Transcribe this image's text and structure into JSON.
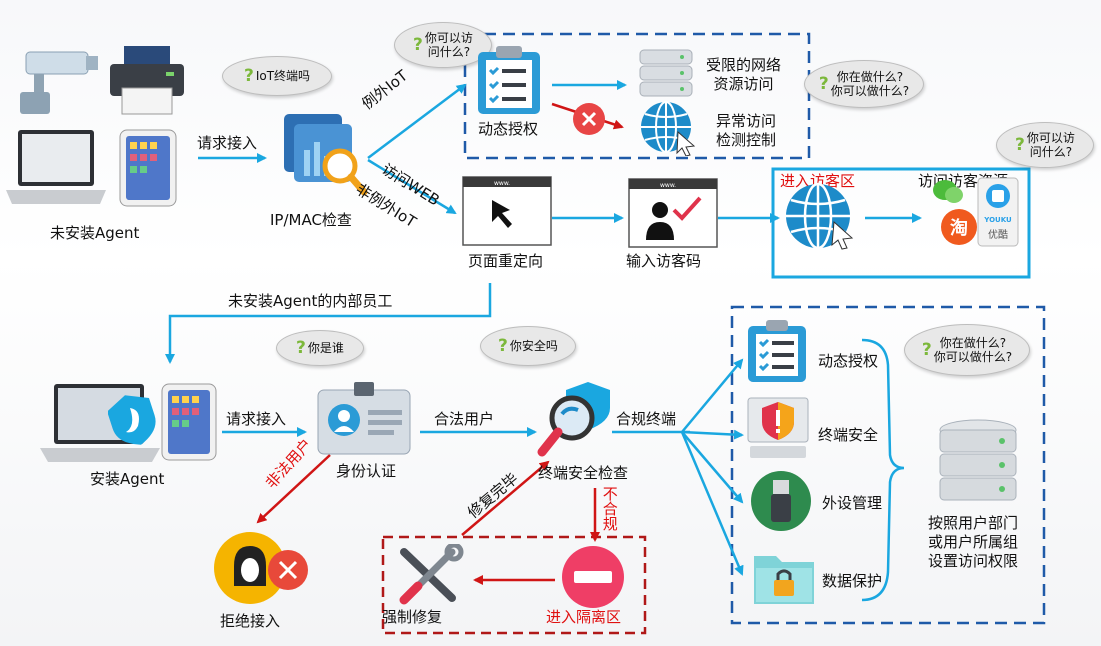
{
  "colors": {
    "arrow": "#1aa7e0",
    "red": "#d01515",
    "blue_box": "#1f5aa8",
    "green_q": "#7cb83b"
  },
  "top": {
    "no_agent_device": "未安装Agent",
    "request_access": "请求接入",
    "ip_mac_check": "IP/MAC检查",
    "bubble_iot": "IoT终端吗",
    "exception_iot": "例外IoT",
    "visit_web": "访问WEB",
    "non_exception_iot": "非例外IoT",
    "bubble_access_what": "你可以访\n问什么?",
    "dynamic_auth": "动态授权",
    "restricted_network": "受限的网络\n资源访问",
    "abnormal_access": "异常访问\n检测控制",
    "bubble_doing": "你在做什么?\n你可以做什么?",
    "page_redirect": "页面重定向",
    "input_guest_code": "输入访客码",
    "enter_guest_zone": "进入访客区",
    "guest_resources": "访问访客资源",
    "bubble_access_what_2": "你可以访\n问什么?",
    "internal_staff": "未安装Agent的内部员工"
  },
  "bottom": {
    "agent_device": "安装Agent",
    "request_access": "请求接入",
    "bubble_who": "你是谁",
    "identity_auth": "身份认证",
    "legal_user": "合法用户",
    "bubble_safe": "你安全吗",
    "terminal_check": "终端安全检查",
    "compliant_terminal": "合规终端",
    "illegal_user": "非法用户",
    "reject_access": "拒绝接入",
    "repair_done": "修复完毕",
    "non_compliant": "不合规",
    "force_repair": "强制修复",
    "enter_quarantine": "进入隔离区",
    "dynamic_auth": "动态授权",
    "terminal_security": "终端安全",
    "peripheral_mgmt": "外设管理",
    "data_protection": "数据保护",
    "bubble_doing": "你在做什么?\n你可以做什么?",
    "permission_rule": "按照用户部门\n或用户所属组\n设置访问权限"
  },
  "icons": {
    "taobao_char": "淘",
    "youku_brand": "YOUKU",
    "youku_char": "优酷",
    "browser_url": "www."
  }
}
